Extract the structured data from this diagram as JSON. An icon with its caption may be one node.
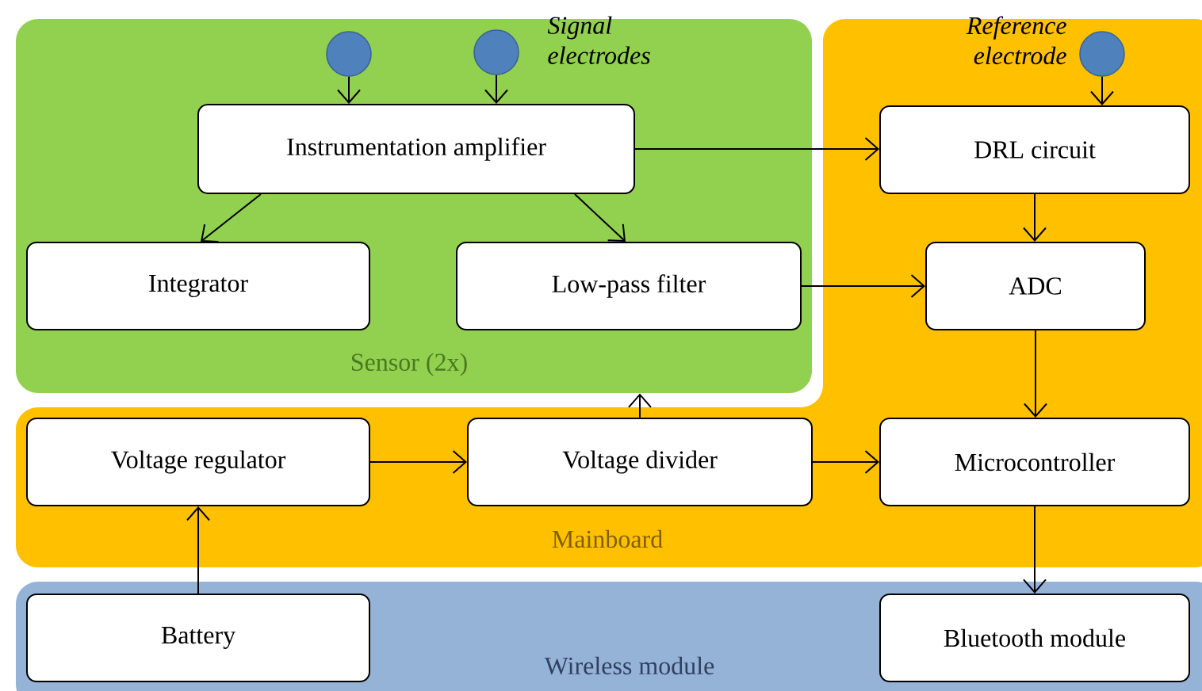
{
  "diagram": {
    "nodes": [
      {
        "text": [
          "Sensor (2x)"
        ]
      },
      {
        "text": [],
        "shape": "circle",
        "in": 0
      },
      {
        "text": [],
        "shape": "circle",
        "in": 0
      },
      {
        "text": [
          "Instrumentation amplifier"
        ],
        "in": 0
      },
      {
        "text": [
          "Integrator"
        ],
        "in": 0
      },
      {
        "text": [
          "Low-pass filter"
        ],
        "in": 0
      },
      {
        "text": [
          "Mainboard"
        ]
      },
      {
        "text": [],
        "shape": "circle",
        "in": 6
      },
      {
        "text": [
          "DRL circuit"
        ],
        "in": 6
      },
      {
        "text": [
          "ADC"
        ],
        "in": 6
      },
      {
        "text": [
          "Voltage regulator"
        ],
        "in": 6
      },
      {
        "text": [
          "Voltage divider"
        ],
        "in": 6
      },
      {
        "text": [
          "Microcontroller"
        ],
        "in": 6
      },
      {
        "text": [
          "Wireless module"
        ]
      },
      {
        "text": [
          "Battery"
        ],
        "in": 13
      },
      {
        "text": [
          "Bluetooth module"
        ],
        "in": 13
      }
    ],
    "edges": [
      {
        "from": 1,
        "to": 3,
        "arrow": "to"
      },
      {
        "from": 2,
        "to": 3,
        "arrow": "to"
      },
      {
        "from": 3,
        "to": 4,
        "arrow": "to"
      },
      {
        "from": 3,
        "to": 5,
        "arrow": "to"
      },
      {
        "from": 3,
        "to": 8,
        "arrow": "to"
      },
      {
        "from": 7,
        "to": 8,
        "arrow": "to"
      },
      {
        "from": 8,
        "to": 9,
        "arrow": "to"
      },
      {
        "from": 5,
        "to": 9,
        "arrow": "to"
      },
      {
        "from": 9,
        "to": 12,
        "arrow": "to"
      },
      {
        "from": 10,
        "to": 11,
        "arrow": "to"
      },
      {
        "from": 11,
        "to": 0,
        "arrow": "to"
      },
      {
        "from": 11,
        "to": 12,
        "arrow": "to"
      },
      {
        "from": 14,
        "to": 10,
        "arrow": "to"
      },
      {
        "from": 12,
        "to": 15,
        "arrow": "to"
      }
    ],
    "labels": [
      "Signal electrodes",
      "Reference electrode"
    ]
  }
}
